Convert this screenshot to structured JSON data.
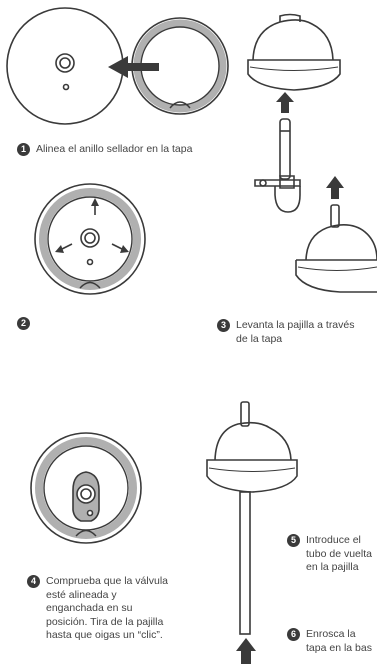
{
  "steps": [
    {
      "number": "1",
      "text": "Alinea el anillo sellador en la tapa"
    },
    {
      "number": "2",
      "text": ""
    },
    {
      "number": "3",
      "text_line1": "Levanta la pajilla a través",
      "text_line2": "de la tapa"
    },
    {
      "number": "4",
      "lines": [
        "Comprueba que la válvula",
        "esté alineada y",
        "enganchada en su",
        "posición. Tira de la pajilla",
        "hasta que oigas un “clic”."
      ]
    },
    {
      "number": "5",
      "lines": [
        "Introduce el",
        "tubo de vuelta",
        "en la pajilla"
      ]
    },
    {
      "number": "6",
      "lines": [
        "Enrosca la",
        "tapa en la bas"
      ]
    }
  ],
  "colors": {
    "line": "#3a3a3a",
    "gray_ring": "#b0b0b0",
    "arrow": "#3a3a3a"
  }
}
